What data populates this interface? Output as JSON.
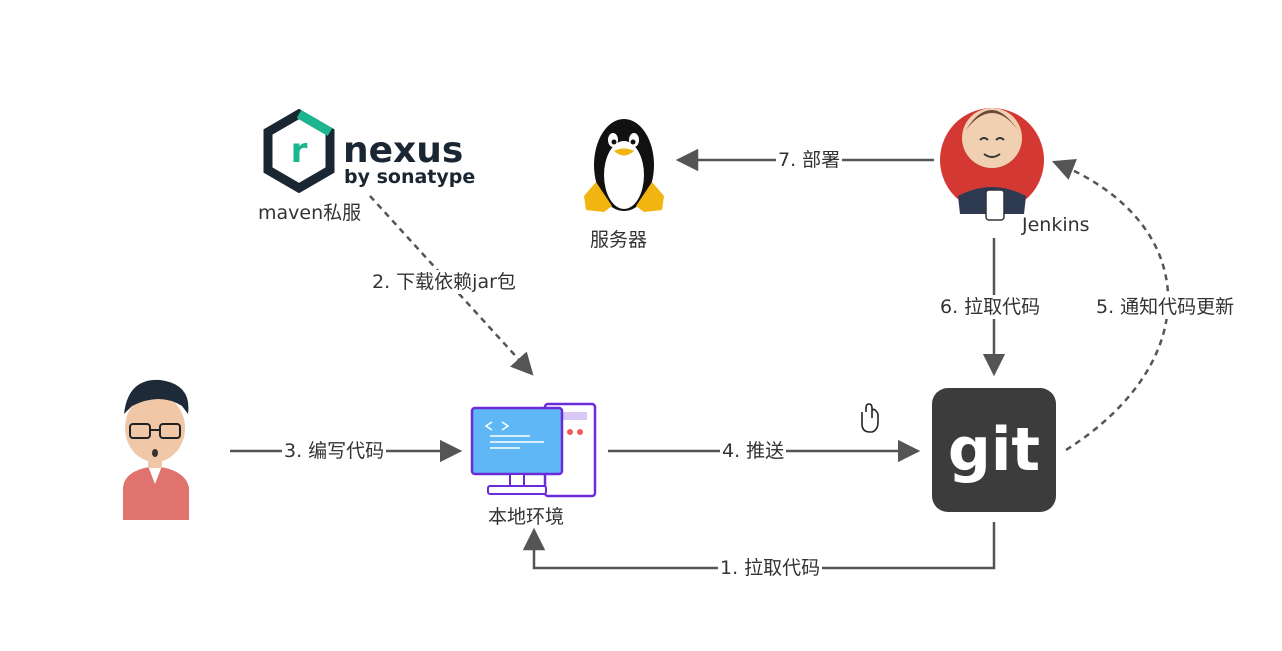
{
  "nodes": {
    "nexus": {
      "word": "nexus",
      "sub": "by sonatype",
      "caption": "maven私服",
      "letter": "r"
    },
    "server": {
      "caption": "服务器"
    },
    "jenkins": {
      "caption": "Jenkins"
    },
    "git": {
      "word": "git"
    },
    "local": {
      "caption": "本地环境"
    }
  },
  "edges": {
    "download": "2. 下载依赖jar包",
    "write": "3. 编写代码",
    "push": "4. 推送",
    "deploy": "7. 部署",
    "jenkins_pull": "6. 拉取代码",
    "notify": "5. 通知代码更新",
    "local_pull": "1. 拉取代码"
  },
  "colors": {
    "arrow": "#555555",
    "nexus_green": "#1bb58f",
    "nexus_dark": "#1a2733",
    "git_bg": "#3c3c3c",
    "jenkins_red": "#d33833",
    "monitor": "#6c2bd9",
    "screen": "#5fb8f5"
  }
}
